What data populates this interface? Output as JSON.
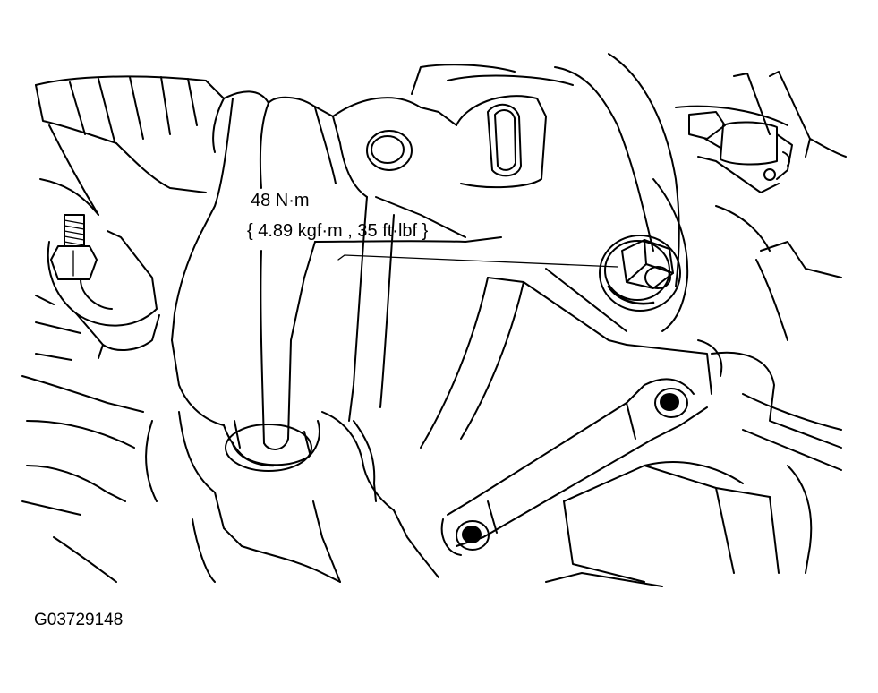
{
  "callout": {
    "torque": "48 N·m",
    "conversions": "{ 4.89 kgf·m , 35 ft·lbf }"
  },
  "figure": {
    "id": "G03729148"
  },
  "colors": {
    "line": "#000000",
    "background": "#ffffff"
  }
}
